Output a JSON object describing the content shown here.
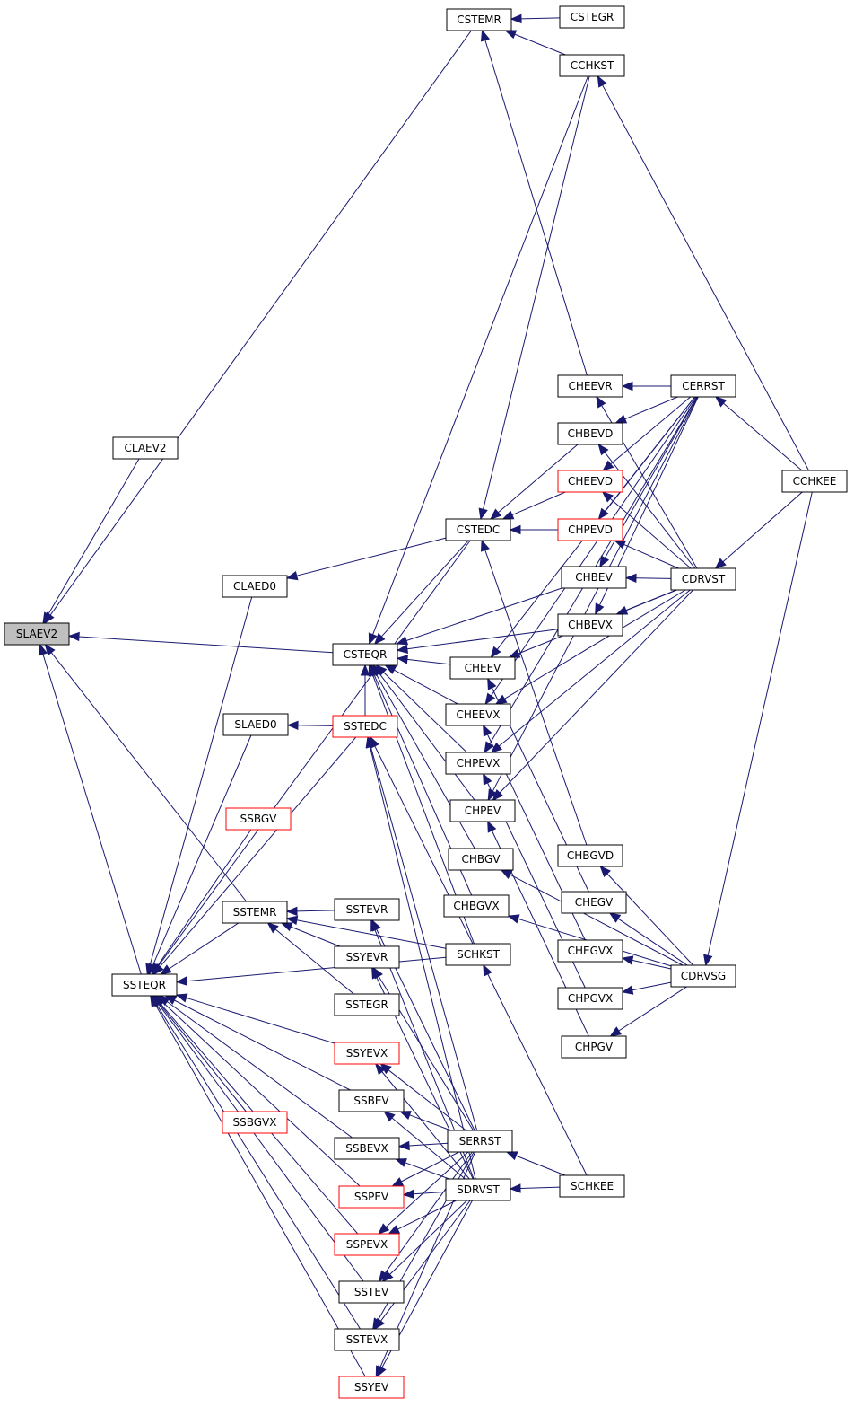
{
  "nodes": {
    "slaev2": {
      "label": "SLAEV2",
      "root": true
    },
    "claev2": {
      "label": "CLAEV2"
    },
    "cstemr": {
      "label": "CSTEMR"
    },
    "cstegr": {
      "label": "CSTEGR"
    },
    "cchkst": {
      "label": "CCHKST"
    },
    "cheevr": {
      "label": "CHEEVR"
    },
    "cerrst": {
      "label": "CERRST"
    },
    "chbevd": {
      "label": "CHBEVD"
    },
    "cheevd": {
      "label": "CHEEVD",
      "red": true
    },
    "cchkee": {
      "label": "CCHKEE"
    },
    "cstedc": {
      "label": "CSTEDC"
    },
    "chpevd": {
      "label": "CHPEVD",
      "red": true
    },
    "claed0": {
      "label": "CLAED0"
    },
    "chbev": {
      "label": "CHBEV"
    },
    "cdrvst": {
      "label": "CDRVST"
    },
    "chbevx": {
      "label": "CHBEVX"
    },
    "csteqr": {
      "label": "CSTEQR"
    },
    "cheev": {
      "label": "CHEEV"
    },
    "cheevx": {
      "label": "CHEEVX"
    },
    "slaed0": {
      "label": "SLAED0"
    },
    "sstedc": {
      "label": "SSTEDC",
      "red": true
    },
    "chpevx": {
      "label": "CHPEVX"
    },
    "chpev": {
      "label": "CHPEV"
    },
    "ssbgv": {
      "label": "SSBGV",
      "red": true
    },
    "chbgvd": {
      "label": "CHBGVD"
    },
    "chbgv": {
      "label": "CHBGV"
    },
    "chegv": {
      "label": "CHEGV"
    },
    "sstemr": {
      "label": "SSTEMR"
    },
    "sstevr": {
      "label": "SSTEVR"
    },
    "chbgvx": {
      "label": "CHBGVX"
    },
    "schkst": {
      "label": "SCHKST"
    },
    "chegvx": {
      "label": "CHEGVX"
    },
    "ssyevr": {
      "label": "SSYEVR"
    },
    "cdrvsg": {
      "label": "CDRVSG"
    },
    "ssteqr": {
      "label": "SSTEQR"
    },
    "chpgvx": {
      "label": "CHPGVX"
    },
    "sstegr": {
      "label": "SSTEGR"
    },
    "chpgv": {
      "label": "CHPGV"
    },
    "ssyevx": {
      "label": "SSYEVX",
      "red": true
    },
    "ssbev": {
      "label": "SSBEV"
    },
    "ssbgvx": {
      "label": "SSBGVX",
      "red": true
    },
    "ssbevx": {
      "label": "SSBEVX"
    },
    "serrst": {
      "label": "SERRST"
    },
    "schkee": {
      "label": "SCHKEE"
    },
    "sspev": {
      "label": "SSPEV",
      "red": true
    },
    "sdrvst": {
      "label": "SDRVST"
    },
    "sspevx": {
      "label": "SSPEVX",
      "red": true
    },
    "sstev": {
      "label": "SSTEV"
    },
    "sstevx": {
      "label": "SSTEVX"
    },
    "ssyev": {
      "label": "SSYEV",
      "red": true
    }
  },
  "edges": [
    [
      "claev2",
      "slaev2"
    ],
    [
      "cstemr",
      "slaev2"
    ],
    [
      "csteqr",
      "slaev2"
    ],
    [
      "sstemr",
      "slaev2"
    ],
    [
      "ssteqr",
      "slaev2"
    ],
    [
      "cstegr",
      "cstemr"
    ],
    [
      "cchkst",
      "cstemr"
    ],
    [
      "cheevr",
      "cstemr"
    ],
    [
      "cerrst",
      "cheevr"
    ],
    [
      "cdrvst",
      "cheevr"
    ],
    [
      "cchkee",
      "cchkst"
    ],
    [
      "cchkee",
      "cerrst"
    ],
    [
      "cchkee",
      "cdrvst"
    ],
    [
      "cchkee",
      "cdrvsg"
    ],
    [
      "cchkst",
      "cstedc"
    ],
    [
      "cchkst",
      "csteqr"
    ],
    [
      "chbevd",
      "cstedc"
    ],
    [
      "cheevd",
      "cstedc"
    ],
    [
      "chpevd",
      "cstedc"
    ],
    [
      "cerrst",
      "chbevd"
    ],
    [
      "cdrvst",
      "chbevd"
    ],
    [
      "cerrst",
      "cheevd"
    ],
    [
      "cdrvst",
      "cheevd"
    ],
    [
      "cerrst",
      "chpevd"
    ],
    [
      "cdrvst",
      "chpevd"
    ],
    [
      "cstedc",
      "claed0"
    ],
    [
      "cstedc",
      "csteqr"
    ],
    [
      "cstedc",
      "ssteqr"
    ],
    [
      "claed0",
      "ssteqr"
    ],
    [
      "chbev",
      "csteqr"
    ],
    [
      "chbevx",
      "csteqr"
    ],
    [
      "cheev",
      "csteqr"
    ],
    [
      "cheevx",
      "csteqr"
    ],
    [
      "chpevx",
      "csteqr"
    ],
    [
      "chpev",
      "csteqr"
    ],
    [
      "chbgv",
      "csteqr"
    ],
    [
      "chbgvx",
      "csteqr"
    ],
    [
      "schkst",
      "csteqr"
    ],
    [
      "cerrst",
      "chbev"
    ],
    [
      "cdrvst",
      "chbev"
    ],
    [
      "cerrst",
      "chbevx"
    ],
    [
      "cdrvst",
      "chbevx"
    ],
    [
      "cerrst",
      "cheev"
    ],
    [
      "cdrvst",
      "cheev"
    ],
    [
      "cerrst",
      "cheevx"
    ],
    [
      "cdrvst",
      "cheevx"
    ],
    [
      "cerrst",
      "chpevx"
    ],
    [
      "cdrvst",
      "chpevx"
    ],
    [
      "cerrst",
      "chpev"
    ],
    [
      "cdrvst",
      "chpev"
    ],
    [
      "chbgvd",
      "cstedc"
    ],
    [
      "cdrvsg",
      "chbgvd"
    ],
    [
      "cdrvsg",
      "chbgv"
    ],
    [
      "cdrvsg",
      "chegv"
    ],
    [
      "cdrvsg",
      "chbgvx"
    ],
    [
      "cdrvsg",
      "chegvx"
    ],
    [
      "cdrvsg",
      "chpgvx"
    ],
    [
      "cdrvsg",
      "chpgv"
    ],
    [
      "chegv",
      "cheev"
    ],
    [
      "chegvx",
      "cheevx"
    ],
    [
      "chpgvx",
      "chpevx"
    ],
    [
      "chpgv",
      "chpev"
    ],
    [
      "slaed0",
      "ssteqr"
    ],
    [
      "sstedc",
      "slaed0"
    ],
    [
      "sstedc",
      "ssteqr"
    ],
    [
      "sstedc",
      "csteqr"
    ],
    [
      "ssbgv",
      "ssteqr"
    ],
    [
      "sstemr",
      "ssteqr"
    ],
    [
      "sstevr",
      "sstemr"
    ],
    [
      "ssyevr",
      "sstemr"
    ],
    [
      "sstegr",
      "sstemr"
    ],
    [
      "schkst",
      "sstemr"
    ],
    [
      "schkst",
      "ssteqr"
    ],
    [
      "schkst",
      "sstedc"
    ],
    [
      "serrst",
      "sstevr"
    ],
    [
      "sdrvst",
      "sstevr"
    ],
    [
      "serrst",
      "ssyevr"
    ],
    [
      "sdrvst",
      "ssyevr"
    ],
    [
      "ssyevx",
      "ssteqr"
    ],
    [
      "ssbev",
      "ssteqr"
    ],
    [
      "ssbgvx",
      "ssteqr"
    ],
    [
      "ssbevx",
      "ssteqr"
    ],
    [
      "sspev",
      "ssteqr"
    ],
    [
      "sspevx",
      "ssteqr"
    ],
    [
      "sstev",
      "ssteqr"
    ],
    [
      "sstevx",
      "ssteqr"
    ],
    [
      "ssyev",
      "ssteqr"
    ],
    [
      "serrst",
      "ssyevx"
    ],
    [
      "sdrvst",
      "ssyevx"
    ],
    [
      "serrst",
      "ssbev"
    ],
    [
      "sdrvst",
      "ssbev"
    ],
    [
      "serrst",
      "ssbevx"
    ],
    [
      "sdrvst",
      "ssbevx"
    ],
    [
      "serrst",
      "sspev"
    ],
    [
      "sdrvst",
      "sspev"
    ],
    [
      "serrst",
      "sspevx"
    ],
    [
      "sdrvst",
      "sspevx"
    ],
    [
      "serrst",
      "sstev"
    ],
    [
      "sdrvst",
      "sstev"
    ],
    [
      "serrst",
      "sstevx"
    ],
    [
      "sdrvst",
      "sstevx"
    ],
    [
      "serrst",
      "ssyev"
    ],
    [
      "sdrvst",
      "ssyev"
    ],
    [
      "serrst",
      "sstedc"
    ],
    [
      "sdrvst",
      "sstedc"
    ],
    [
      "schkee",
      "serrst"
    ],
    [
      "schkee",
      "sdrvst"
    ],
    [
      "schkee",
      "schkst"
    ]
  ]
}
